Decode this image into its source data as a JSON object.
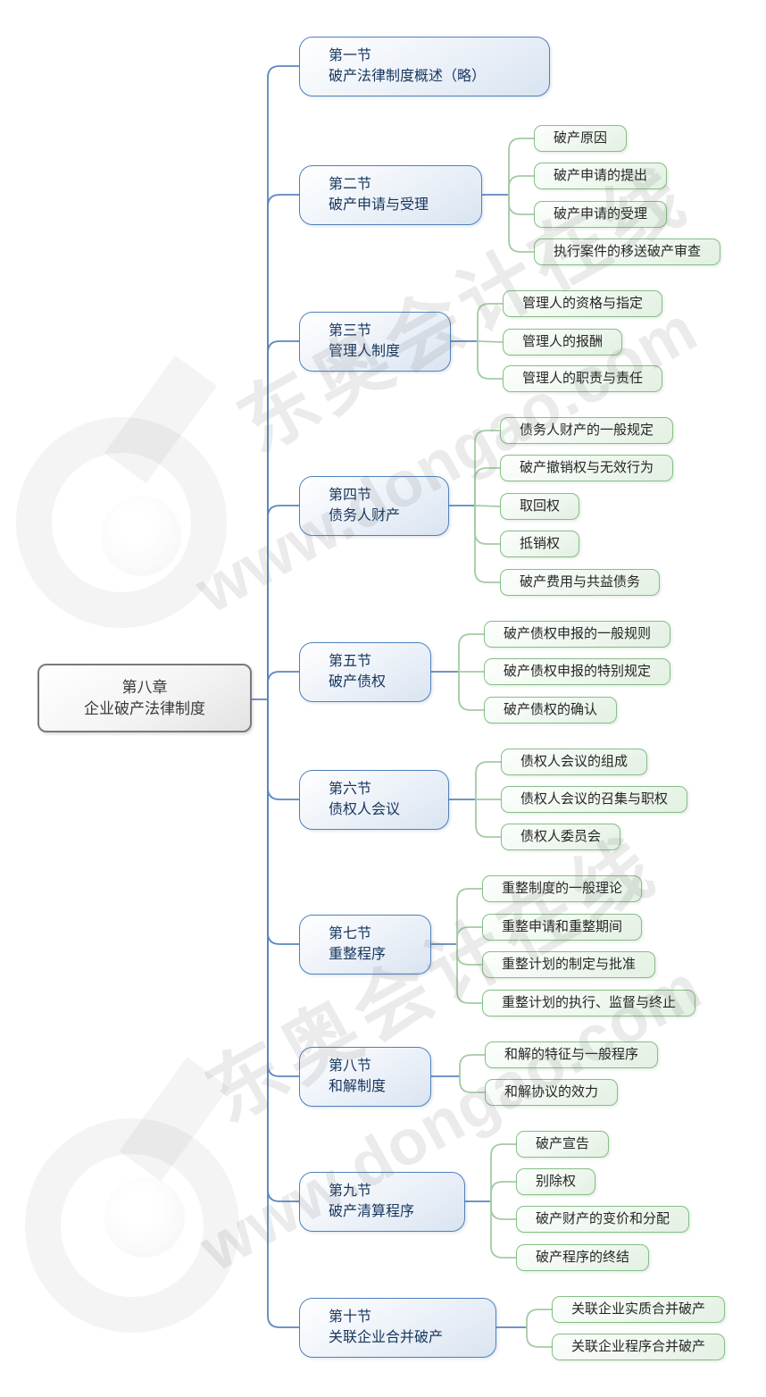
{
  "mindmap": {
    "root": {
      "lines": [
        "第八章",
        "企业破产法律制度"
      ]
    },
    "sections": [
      {
        "lines": [
          "第一节",
          "破产法律制度概述（略）"
        ],
        "children": []
      },
      {
        "lines": [
          "第二节",
          "破产申请与受理"
        ],
        "children": [
          "破产原因",
          "破产申请的提出",
          "破产申请的受理",
          "执行案件的移送破产审查"
        ]
      },
      {
        "lines": [
          "第三节",
          "管理人制度"
        ],
        "children": [
          "管理人的资格与指定",
          "管理人的报酬",
          "管理人的职责与责任"
        ]
      },
      {
        "lines": [
          "第四节",
          "债务人财产"
        ],
        "children": [
          "债务人财产的一般规定",
          "破产撤销权与无效行为",
          "取回权",
          "抵销权",
          "破产费用与共益债务"
        ]
      },
      {
        "lines": [
          "第五节",
          "破产债权"
        ],
        "children": [
          "破产债权申报的一般规则",
          "破产债权申报的特别规定",
          "破产债权的确认"
        ]
      },
      {
        "lines": [
          "第六节",
          "债权人会议"
        ],
        "children": [
          "债权人会议的组成",
          "债权人会议的召集与职权",
          "债权人委员会"
        ]
      },
      {
        "lines": [
          "第七节",
          "重整程序"
        ],
        "children": [
          "重整制度的一般理论",
          "重整申请和重整期间",
          "重整计划的制定与批准",
          "重整计划的执行、监督与终止"
        ]
      },
      {
        "lines": [
          "第八节",
          "和解制度"
        ],
        "children": [
          "和解的特征与一般程序",
          "和解协议的效力"
        ]
      },
      {
        "lines": [
          "第九节",
          "破产清算程序"
        ],
        "children": [
          "破产宣告",
          "别除权",
          "破产财产的变价和分配",
          "破产程序的终结"
        ]
      },
      {
        "lines": [
          "第十节",
          "关联企业合并破产"
        ],
        "children": [
          "关联企业实质合并破产",
          "关联企业程序合并破产"
        ]
      }
    ]
  },
  "watermark": {
    "brand_zh": "东奥会计在线",
    "brand_url": "www.dongao.com",
    "logo": "dongao-d-logo"
  },
  "colors": {
    "section_border": "#4f81bd",
    "section_text": "#17365d",
    "child_border": "#85bf85",
    "connector_blue": "#5b87bd",
    "connector_green": "#a3cba3",
    "root_border": "#7a7a7a"
  }
}
